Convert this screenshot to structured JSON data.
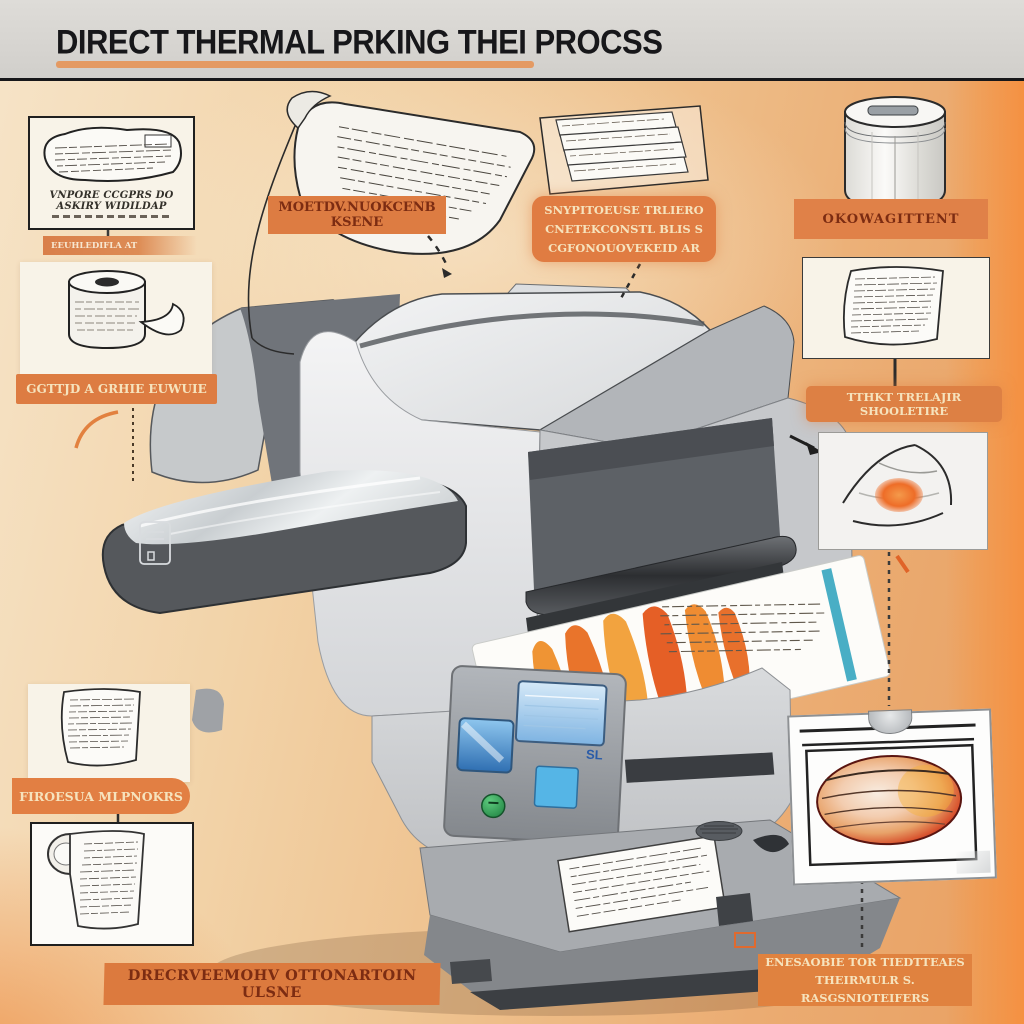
{
  "title": "DIRECT THERMAL PRKING THEI PROCSS",
  "callouts": {
    "supply_pack_caption": "VNPORE CCGPRS DO ASKIRY WIDILDAP",
    "feed_strip": "EEUHLEDIFLA AT",
    "media_label": "MOETDV.NUOKCENB KSENE",
    "stack_label": {
      "line1": "SNYPITOEUSE TRLIERO",
      "line2": "CNETEKCONSTL BLIS S",
      "line3": "CGFONOUOVEKEID AR"
    },
    "roll_label": "OKOWAGITTENT",
    "left_roll_label": "GGTTJD A GRHIE EUWUIE",
    "head_label": "TTHKT TRELAJIR SHOOLETIRE",
    "paper_label": "FIROESUA MLPNOKRS",
    "bottom_label": "DRECRVEEMOHV OTTONARTOIN ULSNE",
    "energy_label": {
      "line1": "ENESAOBIE TOR TIEDTTEAES",
      "line2": "THEIRMULR S. RASGSNIOTEIFERS"
    }
  },
  "printer": {
    "panel_logo": "SL"
  },
  "colors": {
    "accent_orange": "#dd7c42",
    "underline_orange": "#e49a63",
    "header_bg": "#d7d5d1",
    "background_peach": "#eec08c",
    "label_text_cream": "#f6e3bd",
    "label_text_maroon": "#7c2c12",
    "screen_blue": "#55b5e6",
    "button_green": "#2f9e57",
    "teal_stripe": "#49aec5",
    "flame_orange": "#e9742b"
  }
}
